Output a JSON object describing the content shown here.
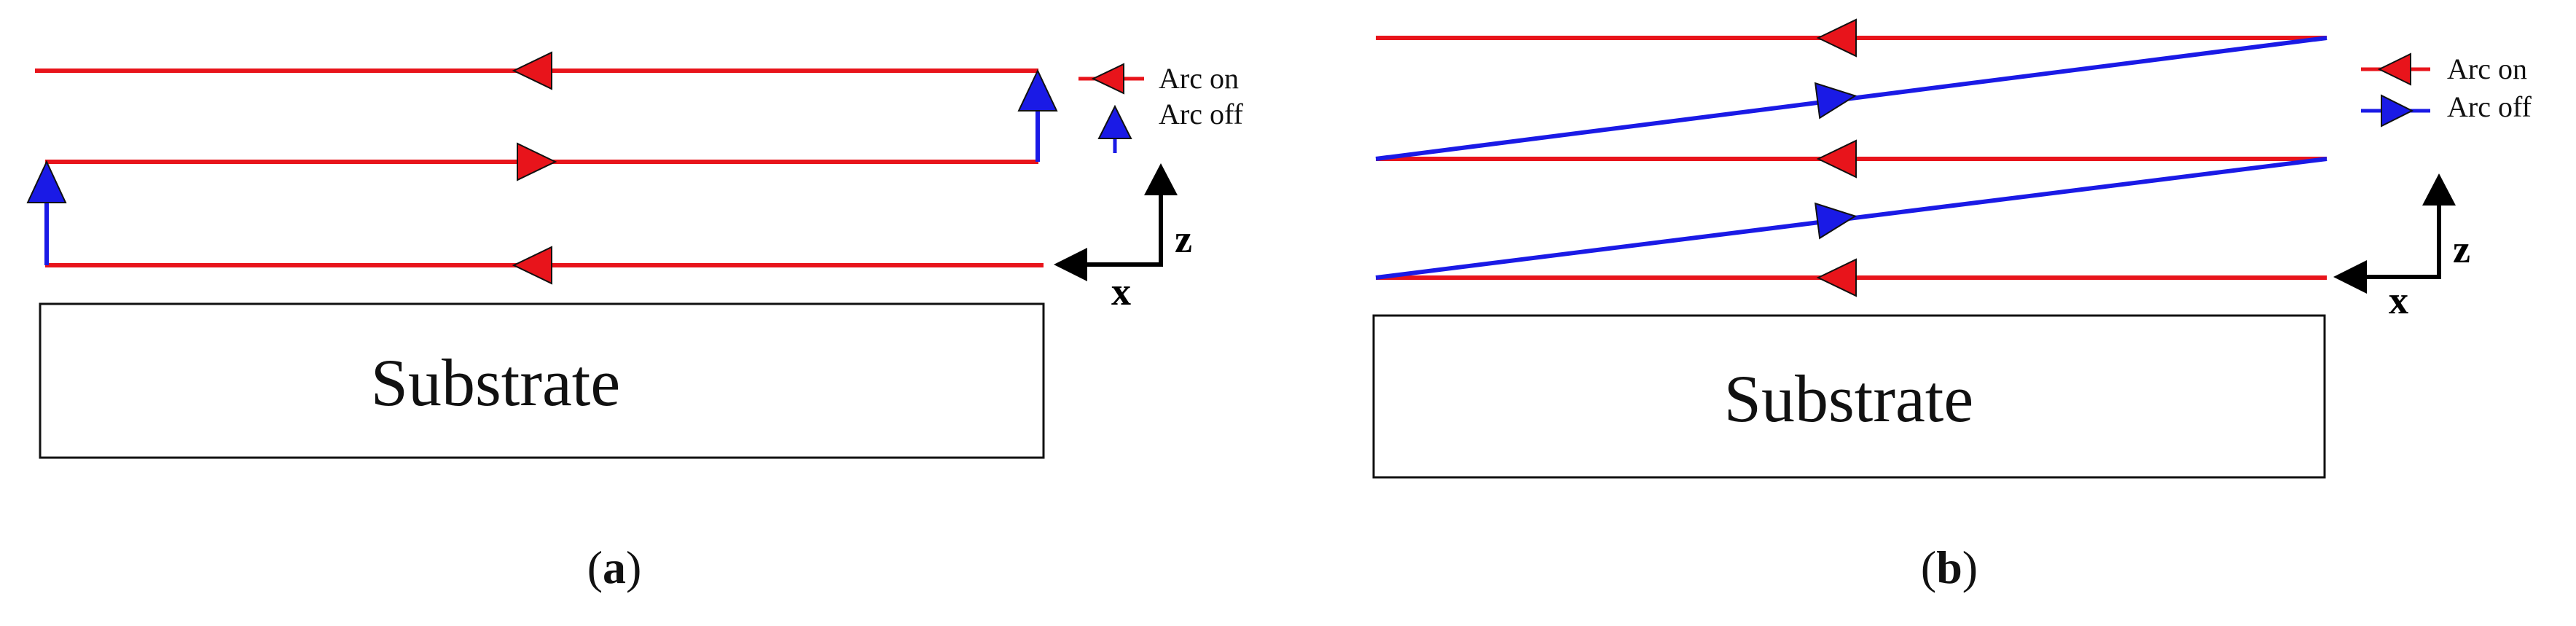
{
  "colors": {
    "arc_on": "#e8141b",
    "arc_off": "#1a1ae6",
    "outline": "#111111",
    "axis": "#000000"
  },
  "panels": [
    {
      "id": "a",
      "caption": {
        "open": "(",
        "letter": "a",
        "close": ")"
      },
      "substrate_label": "Substrate",
      "legend": {
        "arc_on": "Arc on",
        "arc_off": "Arc off"
      },
      "axes": {
        "vertical": "z",
        "horizontal": "x"
      }
    },
    {
      "id": "b",
      "caption": {
        "open": "(",
        "letter": "b",
        "close": ")"
      },
      "substrate_label": "Substrate",
      "legend": {
        "arc_on": "Arc on",
        "arc_off": "Arc off"
      },
      "axes": {
        "vertical": "z",
        "horizontal": "x"
      }
    }
  ]
}
